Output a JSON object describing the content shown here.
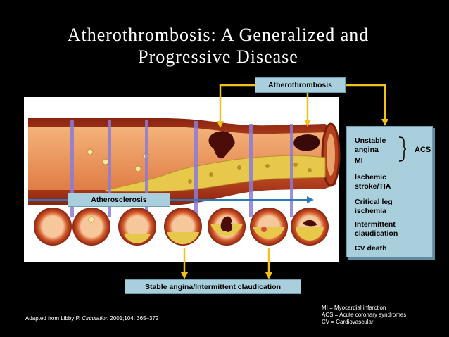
{
  "title": {
    "line1": "Atherothrombosis: A Generalized and",
    "line2": "Progressive Disease"
  },
  "labels": {
    "atherothrombosis": "Atherothrombosis",
    "atherosclerosis": "Atherosclerosis",
    "stable": "Stable angina/Intermittent claudication",
    "acs": "ACS"
  },
  "outcomes": {
    "unstable1": "Unstable",
    "unstable2": "angina",
    "mi": "MI",
    "ischemic1": "Ischemic",
    "ischemic2": "stroke/TIA",
    "critical1": "Critical leg",
    "critical2": "ischemia",
    "intermittent1": "Intermittent",
    "intermittent2": "claudication",
    "cvdeath": "CV death"
  },
  "citation": {
    "prefix": "Adapted from Libby P. ",
    "journal": "Circulation",
    "suffix": " 2001;104: 365–372"
  },
  "abbreviations": [
    "MI = Myocardial infarction",
    "ACS = Acute coronary syndromes",
    "CV = Cardiovascular"
  ],
  "colors": {
    "background": "#000000",
    "label_box": "#a9cfdc",
    "connector": "#f2c21b",
    "arrow": "#2e78b7",
    "vessel_wall": "#c0461e",
    "plaque": "#e8c84a",
    "thrombus": "#4a0d0a"
  }
}
